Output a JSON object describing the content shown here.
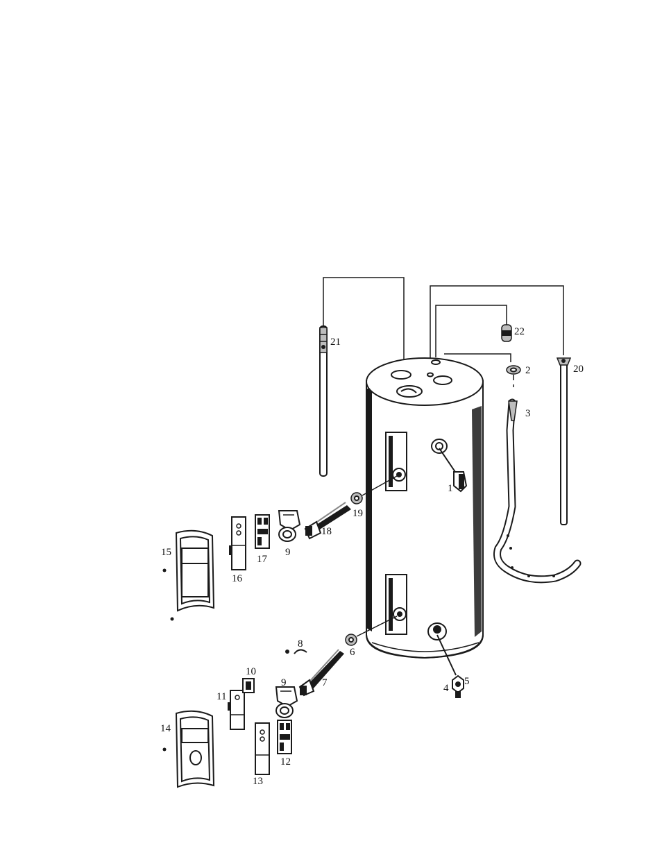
{
  "figure": {
    "labels": [
      {
        "id": "part-1",
        "text": "1"
      },
      {
        "id": "part-2",
        "text": "2"
      },
      {
        "id": "part-3",
        "text": "3"
      },
      {
        "id": "part-4",
        "text": "4"
      },
      {
        "id": "part-5",
        "text": "5"
      },
      {
        "id": "part-6",
        "text": "6"
      },
      {
        "id": "part-7",
        "text": "7"
      },
      {
        "id": "part-8",
        "text": "8"
      },
      {
        "id": "part-9a",
        "text": "9"
      },
      {
        "id": "part-9b",
        "text": "9"
      },
      {
        "id": "part-10",
        "text": "10"
      },
      {
        "id": "part-11",
        "text": "11"
      },
      {
        "id": "part-12",
        "text": "12"
      },
      {
        "id": "part-13",
        "text": "13"
      },
      {
        "id": "part-14",
        "text": "14"
      },
      {
        "id": "part-15",
        "text": "15"
      },
      {
        "id": "part-16",
        "text": "16"
      },
      {
        "id": "part-17",
        "text": "17"
      },
      {
        "id": "part-18",
        "text": "18"
      },
      {
        "id": "part-19",
        "text": "19"
      },
      {
        "id": "part-20",
        "text": "20"
      },
      {
        "id": "part-21",
        "text": "21"
      },
      {
        "id": "part-22",
        "text": "22"
      }
    ]
  }
}
